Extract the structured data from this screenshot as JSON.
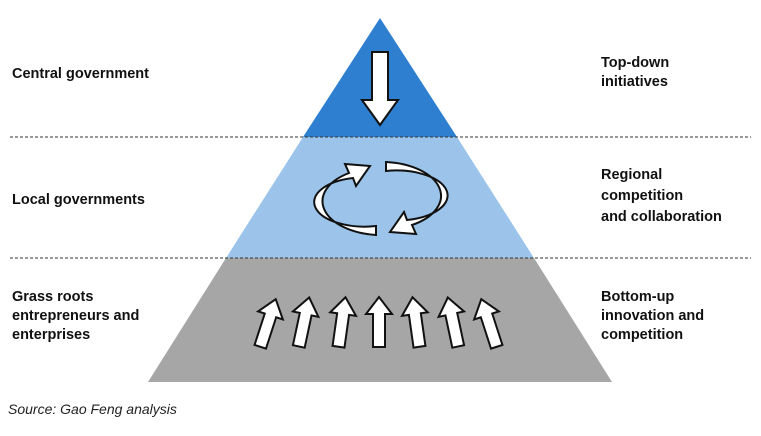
{
  "levels": [
    {
      "left_label": [
        "Central government"
      ],
      "right_label": [
        "Top-down",
        "initiatives"
      ],
      "fill": "#2f7fd1"
    },
    {
      "left_label": [
        "Local governments"
      ],
      "right_label": [
        "Regional",
        "competition",
        "and collaboration"
      ],
      "fill": "#9cc4ea"
    },
    {
      "left_label": [
        "Grass roots",
        "entrepreneurs and",
        "enterprises"
      ],
      "right_label": [
        "Bottom-up",
        "innovation and",
        "competition"
      ],
      "fill": "#a6a6a6"
    }
  ],
  "source": "Source: Gao Feng analysis"
}
